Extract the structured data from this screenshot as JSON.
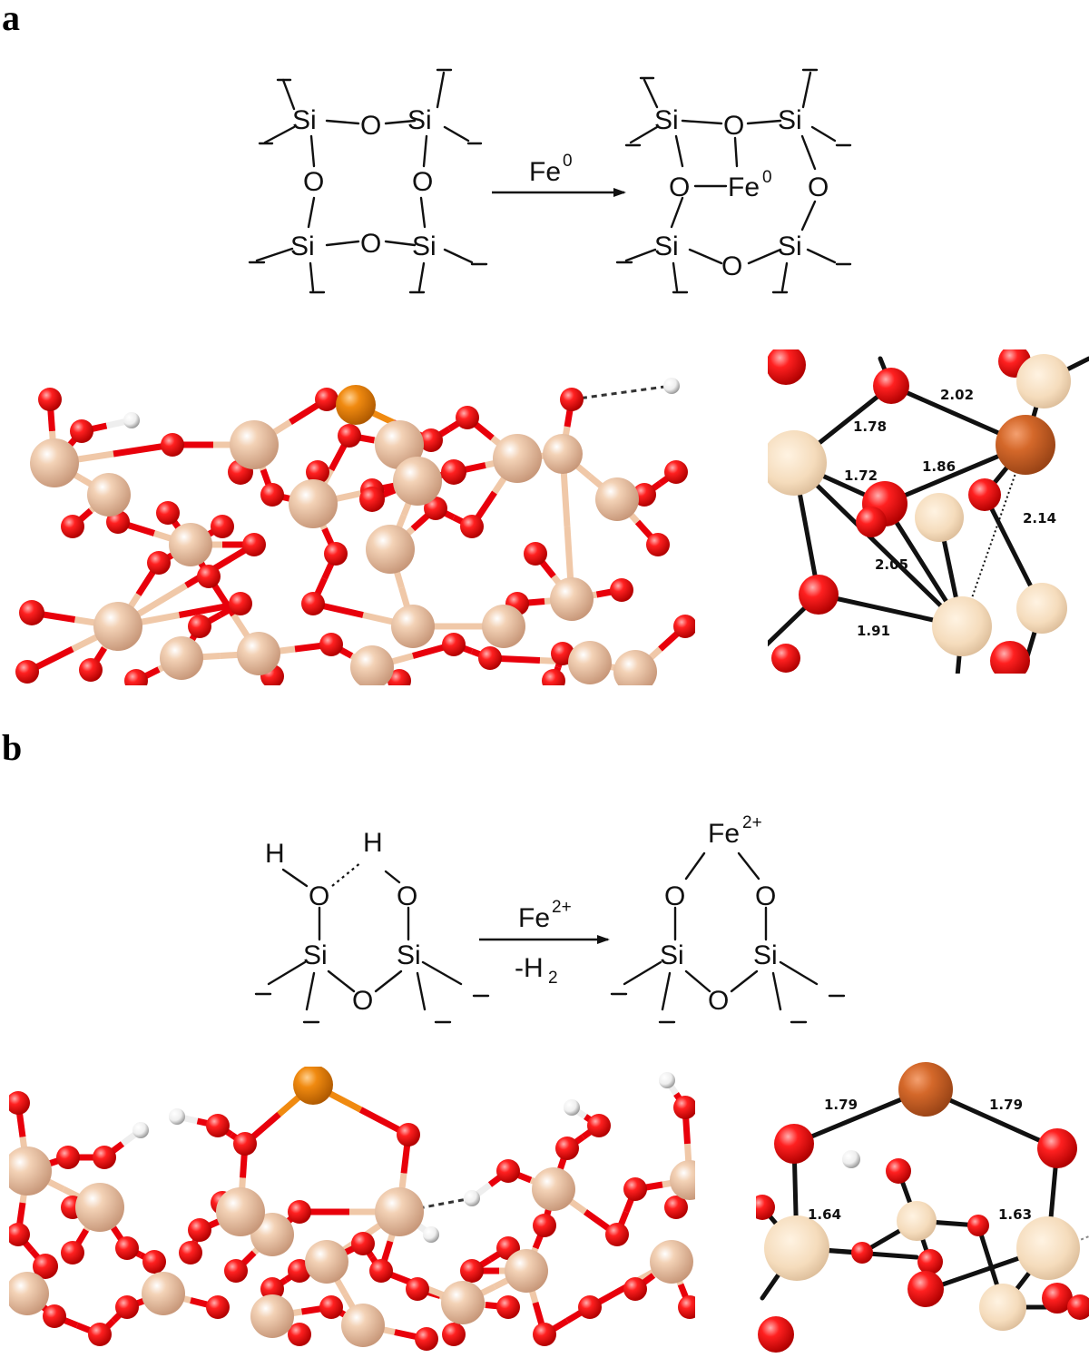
{
  "panels": [
    {
      "label": "a"
    },
    {
      "label": "b"
    }
  ],
  "scheme_a": {
    "atoms": {
      "si": "Si",
      "o": "O",
      "fe": "Fe"
    },
    "arrow_reagent": {
      "base": "Fe",
      "sup": "0"
    },
    "product_fe": {
      "base": "Fe",
      "sup": "0"
    }
  },
  "scheme_b": {
    "atoms": {
      "si": "Si",
      "o": "O",
      "h": "H"
    },
    "arrow_reagent": {
      "base": "Fe",
      "sup": "2+"
    },
    "arrow_byproduct": {
      "base": "-H",
      "sub": "2"
    },
    "product_fe": {
      "base": "Fe",
      "sup": "2+"
    }
  },
  "closeup_a": {
    "distances": [
      "2.02",
      "1.78",
      "1.72",
      "1.86",
      "2.14",
      "2.05",
      "1.91"
    ]
  },
  "closeup_b": {
    "distances": [
      "1.79",
      "1.79",
      "1.64",
      "1.63"
    ]
  },
  "colors": {
    "oxygen": "#e8000b",
    "silicon": "#f0c8a8",
    "iron_surface": "#f08a10",
    "iron_closeup": "#d4682a",
    "hydrogen": "#ffffff",
    "bond_line": "#111111"
  }
}
